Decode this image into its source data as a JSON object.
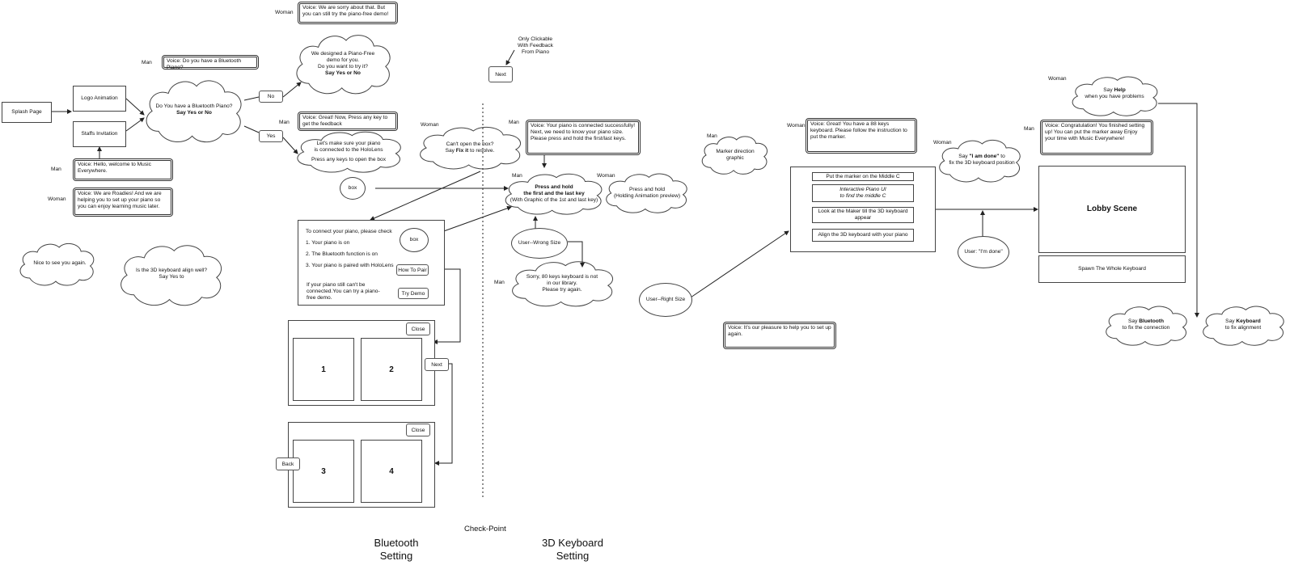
{
  "flow": {
    "splash": "Splash Page",
    "logo_anim": "Logo Animation",
    "staffs": "Staffs Invitation",
    "bt_question": "Do You have a Bluetooth Piano?",
    "bt_question_bold": "Say Yes or No",
    "no": "No",
    "yes": "Yes",
    "next_top": "Next",
    "only_clickable": [
      "Only Clickable",
      "With Feedback",
      "From Piano"
    ],
    "piano_free": [
      "We designed a Piano-Free",
      "demo for you.",
      "Do you want to try it?"
    ],
    "piano_free_bold": "Say Yes or No",
    "make_sure": [
      "Let's make sure your piano",
      "is connected to the HoloLens"
    ],
    "press_any": "Press any keys to open the box",
    "box": "box",
    "box2": "box",
    "cant_open": "Can't open the box?",
    "say_fix_pre": "Say ",
    "fix_it": "Fix it",
    "say_fix_post": " to resolve.",
    "nice": "Nice to see you again.",
    "align_q": [
      "Is the 3D keyboard align well?",
      "Say Yes to"
    ],
    "checkpoint": "Check-Point",
    "bt_setting": [
      "Bluetooth",
      "Setting"
    ],
    "kb_setting": [
      "3D Keyboard",
      "Setting"
    ]
  },
  "speakers": {
    "man1": "Man",
    "man2": "Man",
    "man3": "Man",
    "man4": "Man",
    "man5": "Man",
    "man6": "Man",
    "man7": "Man",
    "woman1": "Woman",
    "woman2": "Woman",
    "woman3": "Woman",
    "woman4": "Woman",
    "woman5": "Woman",
    "woman6": "Woman"
  },
  "voices": {
    "sorry_demo": "Voice: We are sorry about that. But you can still try the piano-free demo!",
    "have_bt": "Voice: Do you have a Bluetooth Piano?",
    "great_press": "Voice: Great! Now, Press any key to get the feedback",
    "hello": "Voice: Hello, welcome to Music Everywhere.",
    "roadies": "Voice: We are Roadies! And we are helping you to set up your piano so you can enjoy learning music later.",
    "connected": "Voice: Your piano is connected successfully! Next, we need to know your piano size. Please press and hold the first/last keys.",
    "keys88": "Voice: Great! You have a 88 keys keyboard. Please follow the instruction to put the marker.",
    "congrats": "Voice: Congratulation! You finished setting up! You can put the marker away Enjoy your time with Music Everywhere!",
    "pleasure": "Voice: It's our pleasure to help you to set up again."
  },
  "connect_panel": {
    "title": "To connect your piano, please check",
    "item1": "1. Your piano is on",
    "item2": "2. The Bluetooth function is on",
    "item3": "3. Your piano is paired with HoloLens",
    "still": "If your piano still can't be connected.You can try a piano-free demo.",
    "how_to_pair": "How To Pair",
    "try_demo": "Try Demo"
  },
  "pair_panels": {
    "close1": "Close",
    "close2": "Close",
    "next": "Next",
    "back": "Back",
    "t1": "1",
    "t2": "2",
    "t3": "3",
    "t4": "4"
  },
  "keyboard": {
    "press_hold_bold": [
      "Press and hold",
      "the first and the last key"
    ],
    "press_hold_sub": "(With Graphic of the 1st and last key)",
    "press_hold_anim": [
      "Press and hold",
      "(Holding Animation preview)"
    ],
    "wrong_size": "User--Wrong Size",
    "sorry80": [
      "Sorry, 80 keys keyboard is not",
      "in our library.",
      "Please try again."
    ],
    "right_size": "User--Right Size",
    "marker_dir": [
      "Marker direction",
      "graphic"
    ],
    "steps": {
      "s1": "Put the marker on the Middle C",
      "s2": [
        "Interactive Piano UI",
        "to find the middle C"
      ],
      "s3": "Look at the Maker till the 3D keyboard appear",
      "s4": "Align the 3D keyboard with your piano"
    },
    "say_done_pre": "Say ",
    "say_done_bold": "\"I am done\"",
    "say_done_post": " to",
    "say_done_line2": "fix the 3D keyboard position",
    "user_done": "User: \"I'm done\"",
    "lobby": "Lobby Scene",
    "spawn": "Spawn The Whole Keyboard",
    "help_pre": "Say ",
    "help_bold": "Help",
    "help_line2": "when you have problems",
    "bt_fix_pre": "Say ",
    "bt_fix_bold": "Bluetooth",
    "bt_fix_line2": "to fix the connection",
    "kb_fix_pre": "Say ",
    "kb_fix_bold": "Keyboard",
    "kb_fix_line2": "to fix alignment"
  }
}
